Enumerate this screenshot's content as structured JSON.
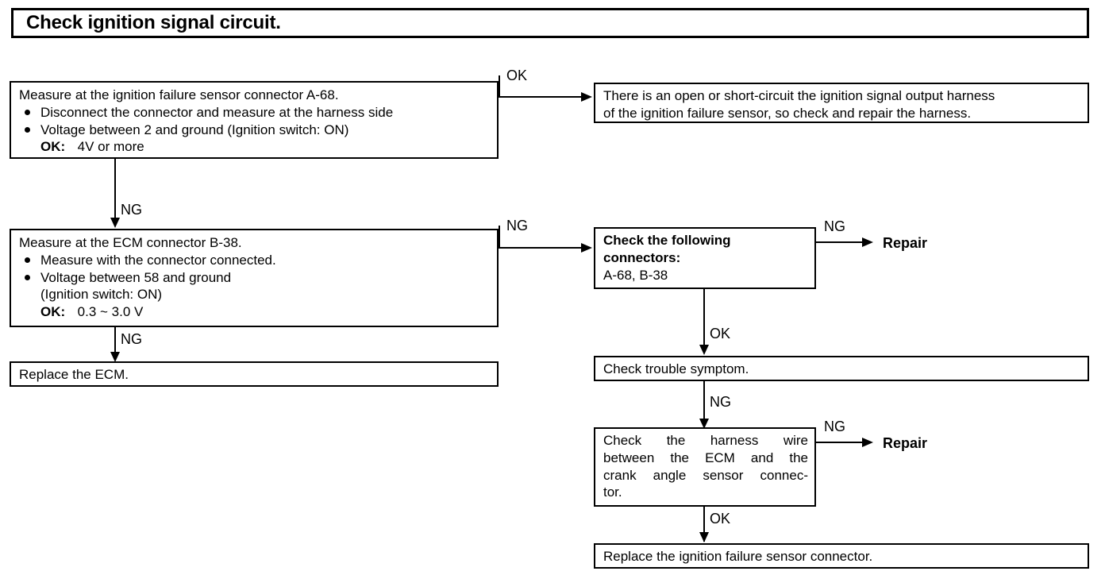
{
  "title": {
    "text": "Check ignition signal circuit."
  },
  "boxes": {
    "measure_sensor": {
      "header": "Measure at the ignition failure sensor connector A-68.",
      "bullet1": "Disconnect the connector and measure at the harness side",
      "bullet2": "Voltage between 2 and ground (Ignition switch: ON)",
      "ok_label": "OK:",
      "ok_value": "4V or more"
    },
    "open_short": {
      "line1": "There is an open or short-circuit the ignition signal output harness",
      "line2": "of the ignition failure sensor, so check and repair the harness."
    },
    "measure_ecm": {
      "header": "Measure at the ECM connector B-38.",
      "bullet1": "Measure with the connector connected.",
      "bullet2": "Voltage between 58 and ground",
      "sub2": "(Ignition switch: ON)",
      "ok_label": "OK:",
      "ok_value": "0.3 ~ 3.0 V"
    },
    "replace_ecm": {
      "text": "Replace the ECM."
    },
    "check_connectors": {
      "line1": "Check the following",
      "line2": "connectors:",
      "line3": "A-68, B-38"
    },
    "check_symptom": {
      "text": "Check trouble symptom."
    },
    "check_harness": {
      "line1": "Check the harness wire",
      "line2": "between the ECM and the",
      "line3": "crank angle sensor connec-",
      "line4": "tor."
    },
    "replace_sensor_connector": {
      "text": "Replace the ignition failure sensor connector."
    }
  },
  "edge_labels": {
    "sensor_to_open_short": "OK",
    "sensor_to_ecm": "NG",
    "ecm_to_connectors": "NG",
    "ecm_to_replace": "NG",
    "connectors_to_repair": "NG",
    "connectors_to_symptom": "OK",
    "symptom_to_harness": "NG",
    "harness_to_repair": "NG",
    "harness_to_replace_connector": "OK"
  },
  "terminals": {
    "repair_top": "Repair",
    "repair_bottom": "Repair"
  }
}
